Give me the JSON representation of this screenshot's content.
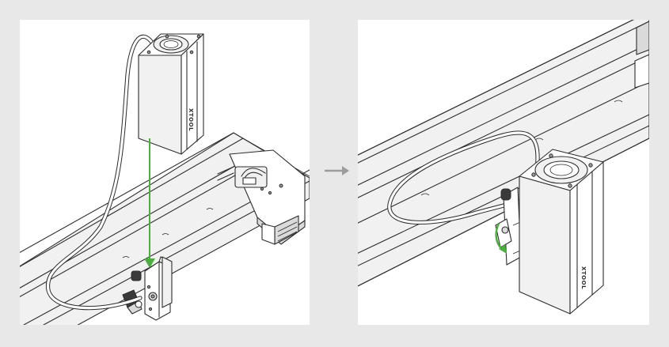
{
  "steps": [
    {
      "id": "before",
      "description_label": "",
      "module_brand": "XTOOL",
      "motion_arrow_color": "#4caf3f",
      "motion": "lower-module-onto-bracket"
    },
    {
      "id": "after",
      "description_label": "",
      "module_brand": "XTOOL",
      "motion_arrow_color": "#4caf3f",
      "motion": "rotate-knob-to-lock"
    }
  ],
  "colors": {
    "background": "#e9e8e8",
    "panel": "#ffffff",
    "line": "#2d2d2d",
    "accent_green": "#4caf3f",
    "step_arrow": "#9c9c9c"
  },
  "icons": {
    "step_arrow": "arrow-right-icon",
    "motion_arrow": "arrow-down-icon",
    "rotate_arrow": "rotate-arrow-icon"
  }
}
